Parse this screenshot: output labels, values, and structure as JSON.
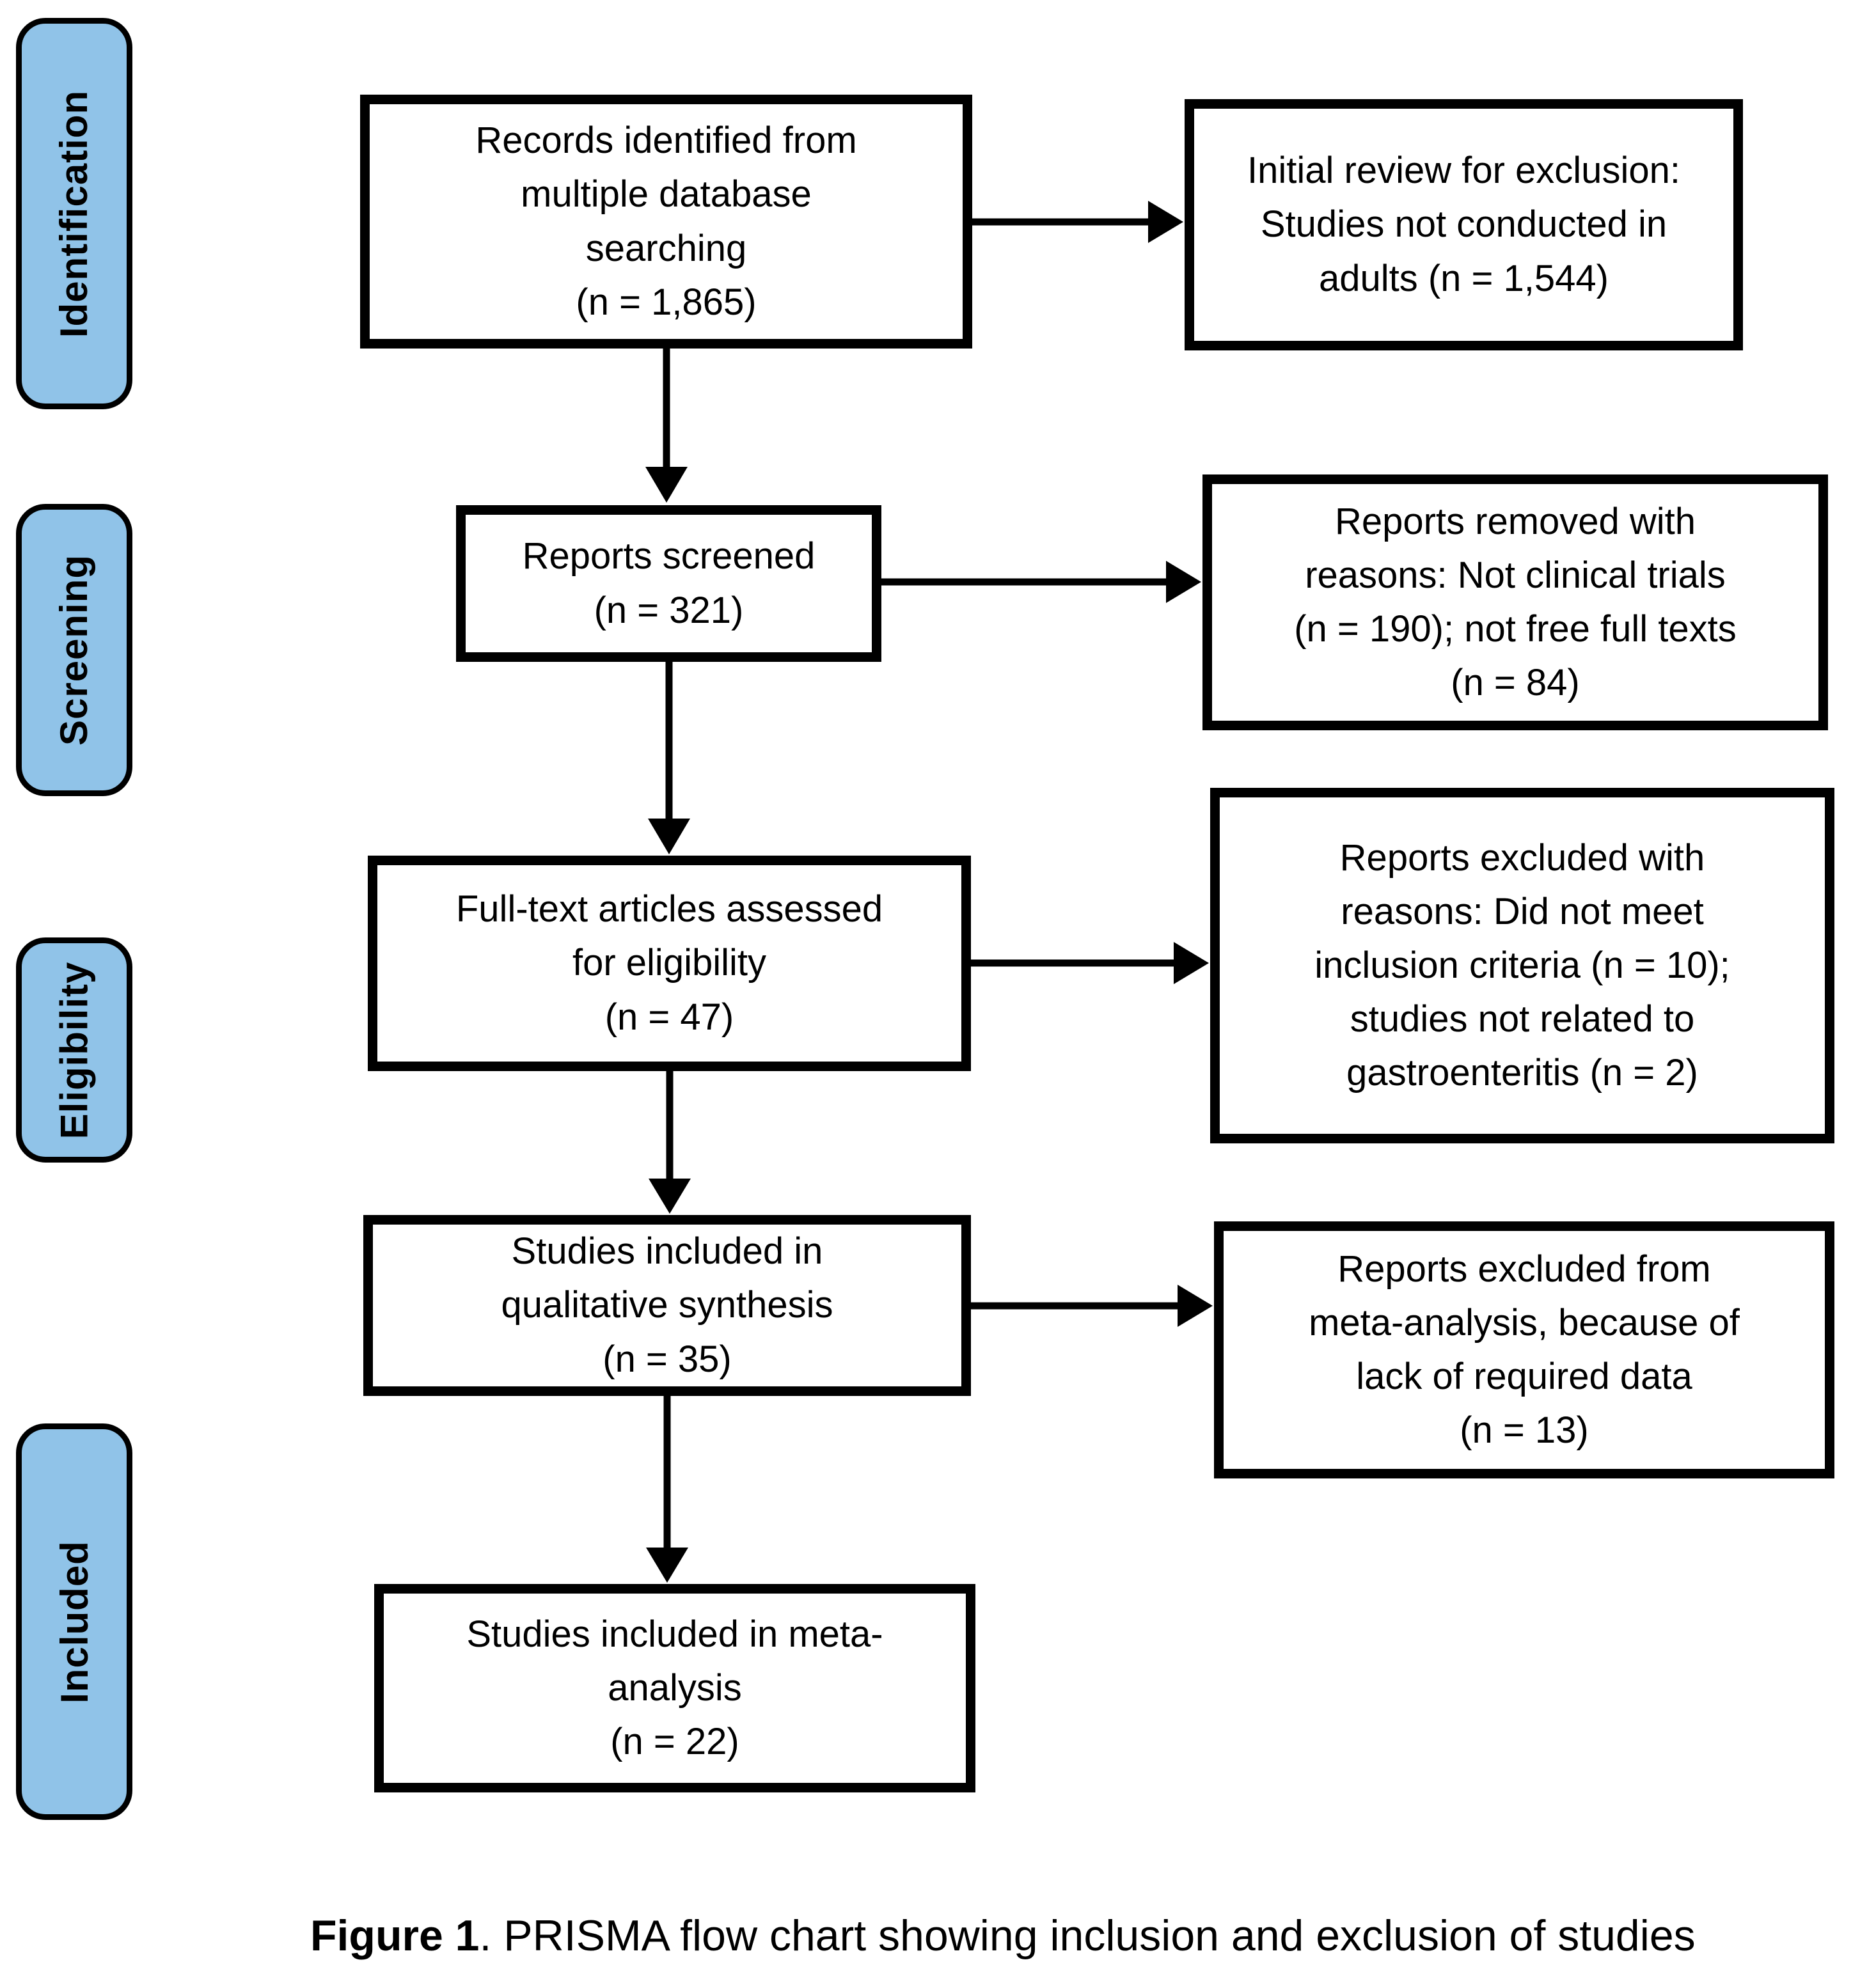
{
  "colors": {
    "stage-fill": "#90C3E8",
    "line": "#000000"
  },
  "stages": [
    {
      "label": "Identification"
    },
    {
      "label": "Screening"
    },
    {
      "label": "Eligibility"
    },
    {
      "label": "Included"
    }
  ],
  "main_flow": [
    {
      "text": "Records identified from\nmultiple database\nsearching\n(n = 1,865)"
    },
    {
      "text": "Reports screened\n(n = 321)"
    },
    {
      "text": "Full-text articles assessed\nfor eligibility\n(n = 47)"
    },
    {
      "text": "Studies included in\nqualitative synthesis\n(n = 35)"
    },
    {
      "text": "Studies included in meta-\nanalysis\n(n = 22)"
    }
  ],
  "exclusion_boxes": [
    {
      "text": "Initial review for exclusion:\nStudies not conducted in\nadults (n = 1,544)"
    },
    {
      "text": "Reports removed with\nreasons: Not clinical trials\n(n = 190); not free full texts\n(n = 84)"
    },
    {
      "text": "Reports excluded with\nreasons: Did not meet\ninclusion criteria (n = 10);\nstudies not related to\ngastroenteritis (n = 2)"
    },
    {
      "text": "Reports excluded from\nmeta-analysis, because of\nlack of required data\n(n = 13)"
    }
  ],
  "counts": {
    "records_identified": "1,865",
    "not_conducted_in_adults": "1,544",
    "reports_screened": "321",
    "not_clinical_trials": "190",
    "not_free_full_texts": "84",
    "full_text_assessed": "47",
    "did_not_meet_inclusion": "10",
    "not_related_gastroenteritis": "2",
    "qualitative_synthesis": "35",
    "lack_of_required_data": "13",
    "meta_analysis": "22"
  },
  "caption": {
    "bold": "Figure 1",
    "rest": ". PRISMA flow chart showing inclusion and exclusion of studies"
  }
}
